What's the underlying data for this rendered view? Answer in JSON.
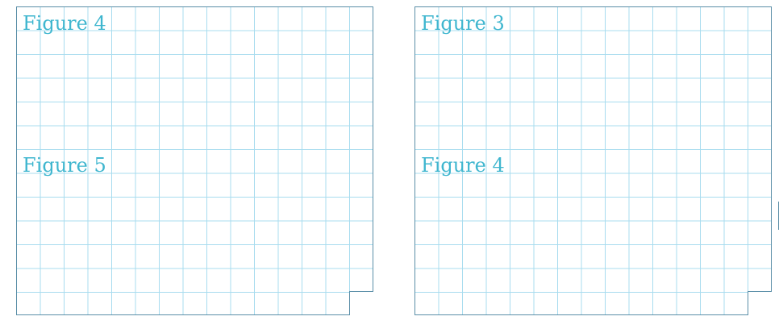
{
  "panels": [
    {
      "labels": [
        "Figure 4",
        "Figure 5"
      ]
    },
    {
      "labels": [
        "Figure 3",
        "Figure 4"
      ]
    }
  ],
  "colors": {
    "grid_line": "#a8dcef",
    "border": "#5b8fa8",
    "label": "#3fb6cf",
    "background": "#ffffff"
  }
}
